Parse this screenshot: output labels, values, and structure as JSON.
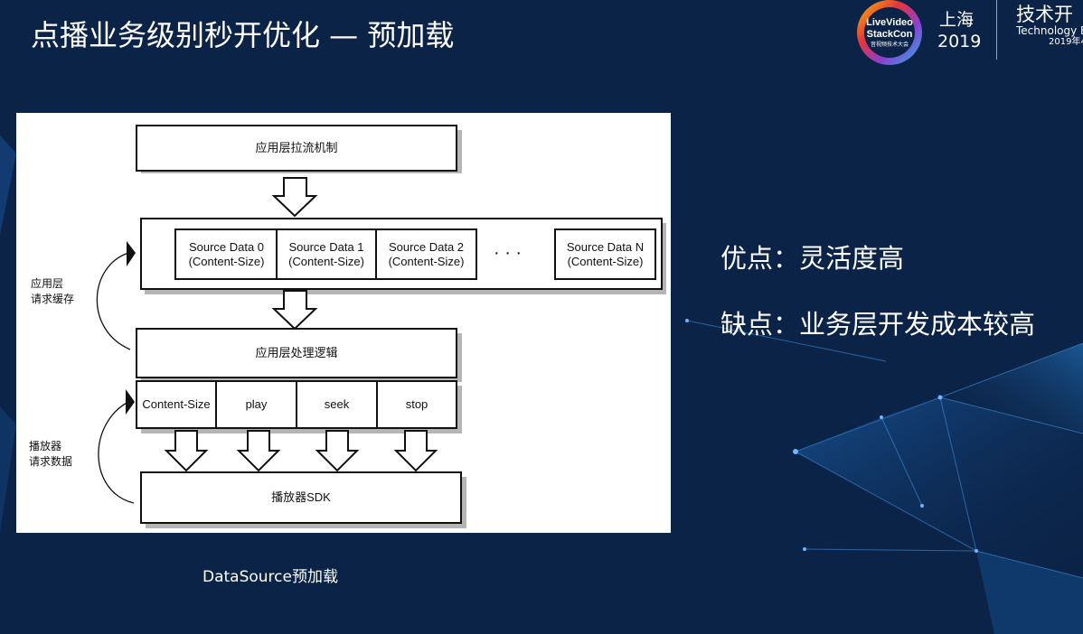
{
  "slide": {
    "title": "点播业务级别秒开优化 — 预加载",
    "logo_line1": "LiveVideo",
    "logo_line2": "StackCon",
    "logo_line3": "音视频技术大会",
    "city": "上海",
    "year": "2019",
    "brand_cn": "技术开",
    "brand_en": "Technology E",
    "brand_date": "2019年4"
  },
  "diagram": {
    "top_box": "应用层拉流机制",
    "sources": [
      {
        "name": "Source Data 0",
        "detail": "(Content-Size)"
      },
      {
        "name": "Source Data 1",
        "detail": "(Content-Size)"
      },
      {
        "name": "Source Data 2",
        "detail": "(Content-Size)"
      },
      {
        "name": "Source Data N",
        "detail": "(Content-Size)"
      }
    ],
    "ellipsis": "· · ·",
    "logic_box": "应用层处理逻辑",
    "ops": [
      "Content-Size",
      "play",
      "seek",
      "stop"
    ],
    "sdk_box": "播放器SDK",
    "side_label_1_line1": "应用层",
    "side_label_1_line2": "请求缓存",
    "side_label_2_line1": "播放器",
    "side_label_2_line2": "请求数据"
  },
  "caption": "DataSource预加载",
  "points": {
    "pro": "优点：灵活度高",
    "con": "缺点：业务层开发成本较高"
  },
  "colors": {
    "background": "#0b2347",
    "accent_line": "#2f7fd6",
    "text": "#ffffff"
  }
}
